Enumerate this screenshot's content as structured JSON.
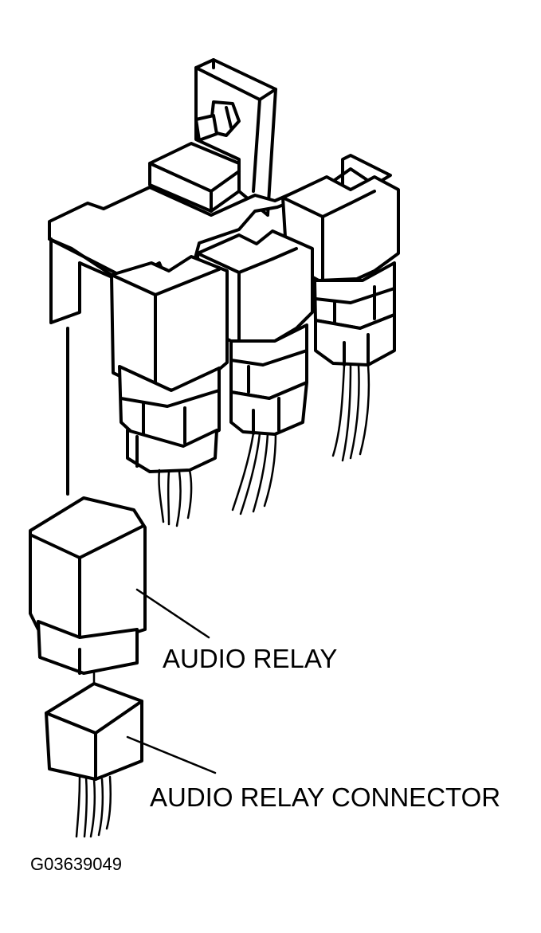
{
  "labels": {
    "audio_relay": "AUDIO RELAY",
    "audio_relay_connector": "AUDIO RELAY CONNECTOR",
    "figure_id": "G03639049"
  },
  "colors": {
    "ink": "#000000",
    "paper": "#ffffff"
  }
}
